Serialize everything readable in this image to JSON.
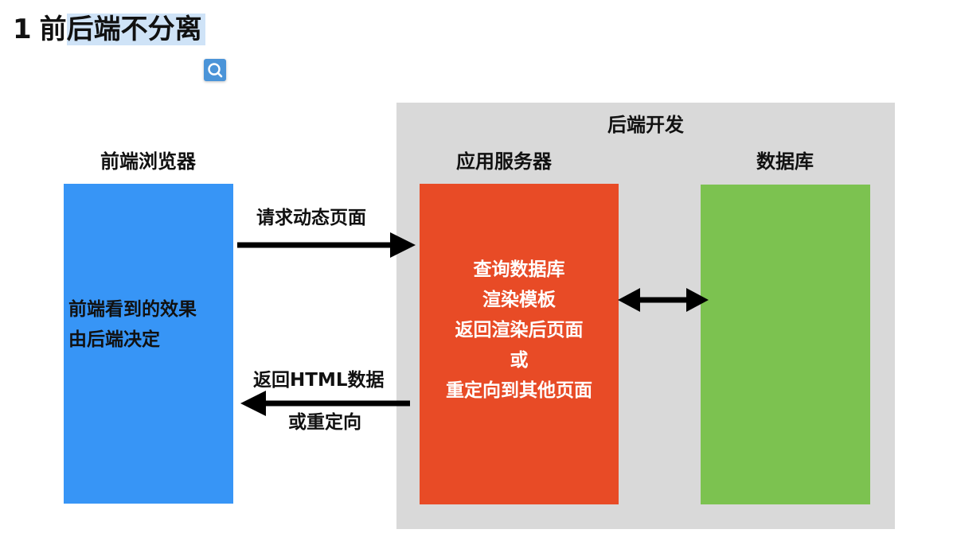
{
  "page": {
    "title_number": "1",
    "title_first_char": "前",
    "title_rest": "后端不分离"
  },
  "diagram": {
    "backend_group_label": "后端开发",
    "browser": {
      "label": "前端浏览器",
      "lines": [
        "前端看到的效果",
        "由后端决定"
      ],
      "color": "#3795f6"
    },
    "app_server": {
      "label": "应用服务器",
      "lines": [
        "查询数据库",
        "渲染模板",
        "返回渲染后页面",
        "或",
        "重定向到其他页面"
      ],
      "color": "#e84b26"
    },
    "database": {
      "label": "数据库",
      "color": "#7cc250"
    },
    "edges": {
      "request_label": "请求动态页面",
      "response_label_line1": "返回HTML数据",
      "response_label_line2": "或重定向"
    },
    "backend_panel_color": "#d9d9d9"
  },
  "icons": {
    "badge": "search-icon"
  }
}
